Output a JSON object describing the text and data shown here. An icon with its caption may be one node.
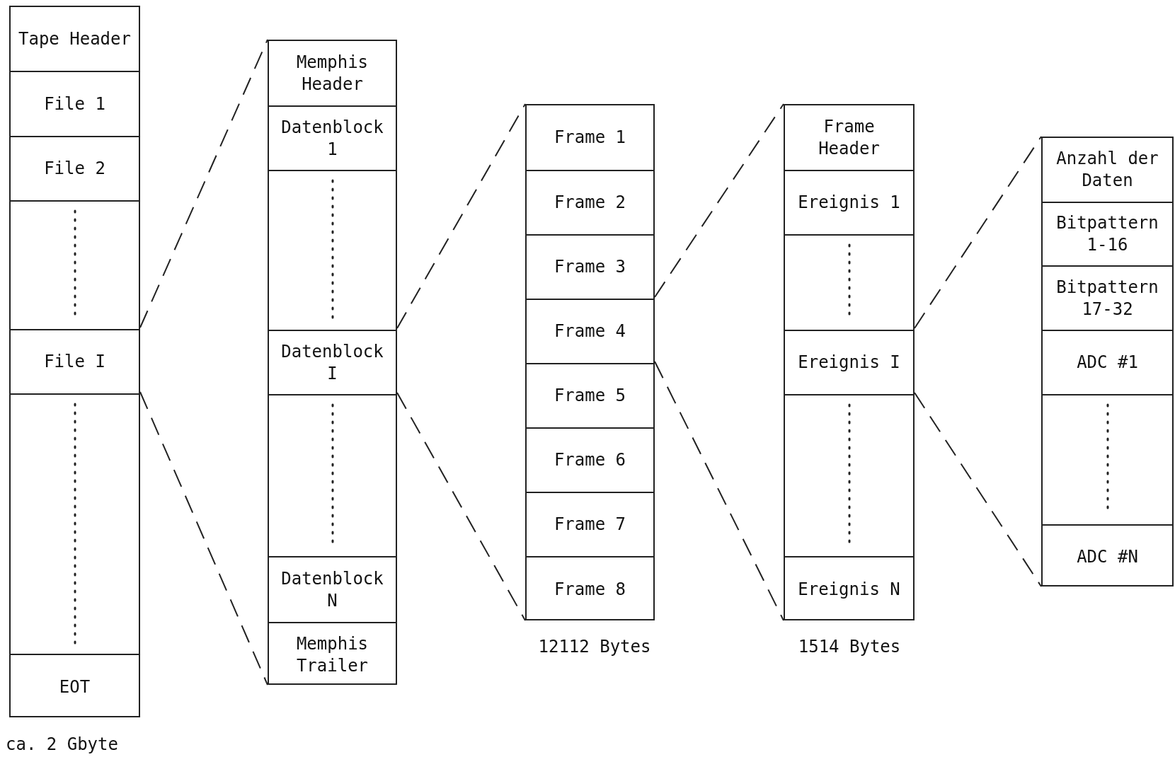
{
  "diagram": {
    "nodes": [
      {
        "text": [],
        "shape": "box",
        "beside": [
          "ca. 2 Gbyte"
        ]
      },
      {
        "text": [
          "Tape Header"
        ],
        "in": 0
      },
      {
        "text": [
          "File 1"
        ],
        "in": 0
      },
      {
        "text": [
          "File 2"
        ],
        "in": 0
      },
      {
        "text": [],
        "shape": "box",
        "in": 0
      },
      {
        "text": [
          "File I"
        ],
        "in": 0
      },
      {
        "text": [],
        "shape": "box",
        "in": 0
      },
      {
        "text": [
          "EOT"
        ],
        "in": 0
      },
      {
        "text": [],
        "shape": "box"
      },
      {
        "text": [
          "Memphis Header"
        ],
        "in": 8
      },
      {
        "text": [
          "Datenblock 1"
        ],
        "in": 8
      },
      {
        "text": [],
        "shape": "box",
        "in": 8
      },
      {
        "text": [
          "Datenblock I"
        ],
        "in": 8
      },
      {
        "text": [],
        "shape": "box",
        "in": 8
      },
      {
        "text": [
          "Datenblock N"
        ],
        "in": 8
      },
      {
        "text": [
          "Memphis Trailer"
        ],
        "in": 8
      },
      {
        "text": [],
        "shape": "box",
        "beside": [
          "12112 Bytes"
        ]
      },
      {
        "text": [
          "Frame 1"
        ],
        "in": 16
      },
      {
        "text": [
          "Frame 2"
        ],
        "in": 16
      },
      {
        "text": [
          "Frame 3"
        ],
        "in": 16
      },
      {
        "text": [
          "Frame 4"
        ],
        "in": 16
      },
      {
        "text": [
          "Frame 5"
        ],
        "in": 16
      },
      {
        "text": [
          "Frame 6"
        ],
        "in": 16
      },
      {
        "text": [
          "Frame 7"
        ],
        "in": 16
      },
      {
        "text": [
          "Frame 8"
        ],
        "in": 16
      },
      {
        "text": [],
        "shape": "box",
        "beside": [
          "1514 Bytes"
        ]
      },
      {
        "text": [
          "Frame Header"
        ],
        "in": 25
      },
      {
        "text": [
          "Ereignis 1"
        ],
        "in": 25
      },
      {
        "text": [],
        "shape": "box",
        "in": 25
      },
      {
        "text": [
          "Ereignis I"
        ],
        "in": 25
      },
      {
        "text": [],
        "shape": "box",
        "in": 25
      },
      {
        "text": [
          "Ereignis N"
        ],
        "in": 25
      },
      {
        "text": [],
        "shape": "box"
      },
      {
        "text": [
          "Anzahl der Daten"
        ],
        "in": 32
      },
      {
        "text": [
          "Bitpattern 1-16"
        ],
        "in": 32
      },
      {
        "text": [
          "Bitpattern 17-32"
        ],
        "in": 32
      },
      {
        "text": [
          "ADC #1"
        ],
        "in": 32
      },
      {
        "text": [],
        "shape": "box",
        "in": 32
      },
      {
        "text": [
          "ADC #N"
        ],
        "in": 32
      }
    ],
    "edges": [
      {
        "from": 5,
        "to": 8,
        "arrow": "none",
        "style": "dashed"
      },
      {
        "from": 5,
        "to": 8,
        "arrow": "none",
        "style": "dashed"
      },
      {
        "from": 12,
        "to": 16,
        "arrow": "none",
        "style": "dashed"
      },
      {
        "from": 12,
        "to": 16,
        "arrow": "none",
        "style": "dashed"
      },
      {
        "from": 20,
        "to": 25,
        "arrow": "none",
        "style": "dashed"
      },
      {
        "from": 20,
        "to": 25,
        "arrow": "none",
        "style": "dashed"
      },
      {
        "from": 29,
        "to": 32,
        "arrow": "none",
        "style": "dashed"
      },
      {
        "from": 29,
        "to": 32,
        "arrow": "none",
        "style": "dashed"
      }
    ]
  }
}
